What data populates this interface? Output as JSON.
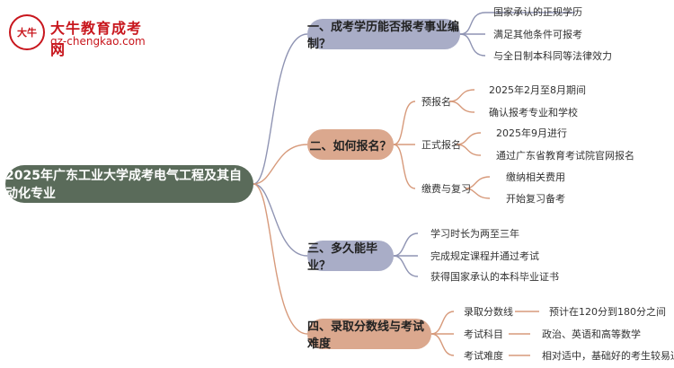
{
  "brand": {
    "title": "大牛教育成考网",
    "url": "gz-chengkao.com",
    "logo_glyph": "大牛"
  },
  "root": {
    "label": "2025年广东工业大学成考电气工程及其自动化专业"
  },
  "branches": [
    {
      "label": "一、成考学历能否报考事业编制？",
      "leaves": [
        "国家承认的正规学历",
        "满足其他条件可报考",
        "与全日制本科同等法律效力"
      ]
    },
    {
      "label": "二、如何报名？",
      "groups": [
        {
          "label": "预报名",
          "leaves": [
            "2025年2月至8月期间",
            "确认报考专业和学校"
          ]
        },
        {
          "label": "正式报名",
          "leaves": [
            "2025年9月进行",
            "通过广东省教育考试院官网报名"
          ]
        },
        {
          "label": "缴费与复习",
          "leaves": [
            "缴纳相关费用",
            "开始复习备考"
          ]
        }
      ]
    },
    {
      "label": "三、多久能毕业？",
      "leaves": [
        "学习时长为两至三年",
        "完成规定课程并通过考试",
        "获得国家承认的本科毕业证书"
      ]
    },
    {
      "label": "四、录取分数线与考试难度",
      "groups": [
        {
          "label": "录取分数线",
          "leaves": [
            "预计在120分到180分之间"
          ]
        },
        {
          "label": "考试科目",
          "leaves": [
            "政治、英语和高等数学"
          ]
        },
        {
          "label": "考试难度",
          "leaves": [
            "相对适中，基础好的考生较易通过"
          ]
        }
      ]
    }
  ],
  "colors": {
    "root": "#5a6b5a",
    "branch_blue": "#a9adc7",
    "branch_orange": "#dba88e",
    "line_blue": "#8f94b3",
    "line_orange": "#d79a7b",
    "brand_red": "#c8161d"
  }
}
